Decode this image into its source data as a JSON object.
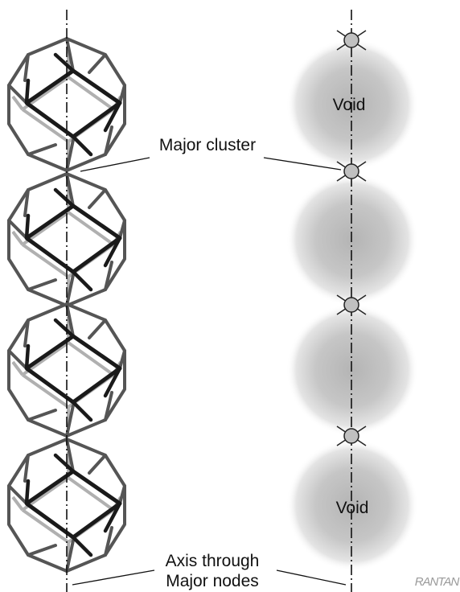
{
  "labels": {
    "void_top": "Void",
    "void_bottom": "Void",
    "major_cluster": "Major cluster",
    "axis_line1": "Axis through",
    "axis_line2": "Major nodes"
  },
  "signature": "RANTAN",
  "structure": {
    "polyhedra_count": 4,
    "node_count": 4,
    "void_count": 4
  },
  "colors": {
    "background": "#ffffff",
    "edge_dark": "#1a1a1a",
    "edge_mid": "#555555",
    "edge_light": "#b0b0b0",
    "void_fill": "#b8b8b8",
    "node_fill": "#c0c0c0",
    "axis": "#111111",
    "text": "#111111"
  }
}
